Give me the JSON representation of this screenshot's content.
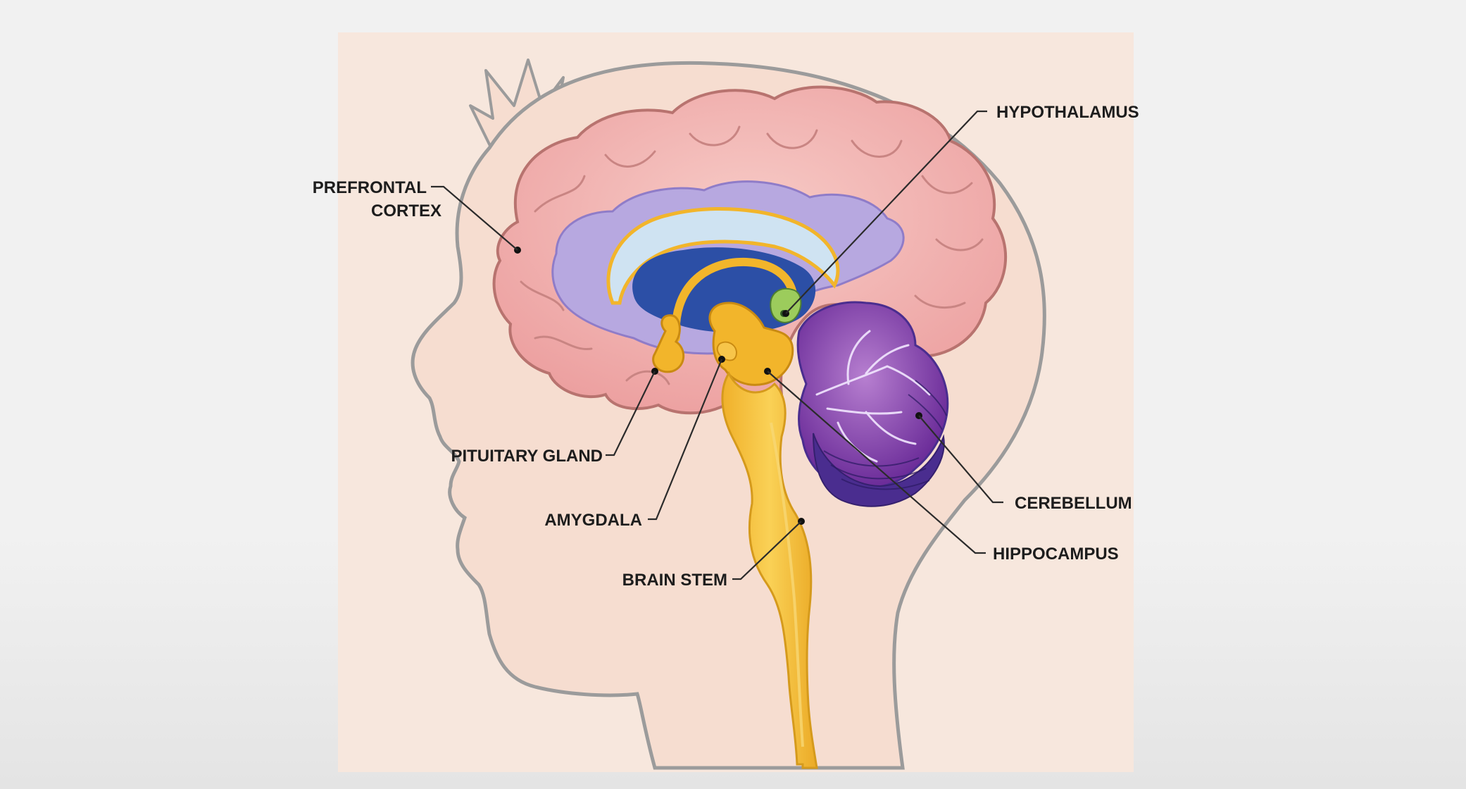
{
  "labels": {
    "prefrontal_line1": "PREFRONTAL",
    "prefrontal_line2": "CORTEX",
    "hypothalamus": "HYPOTHALAMUS",
    "pituitary_gland": "PITUITARY GLAND",
    "amygdala": "AMYGDALA",
    "brain_stem": "BRAIN STEM",
    "cerebellum": "CEREBELLUM",
    "hippocampus": "HIPPOCAMPUS"
  },
  "colors": {
    "background": "#f1f1f1",
    "panel": "#f7e7dd",
    "head_skin": "#f6ddd0",
    "head_outline": "#9b9b9b",
    "cortex": "#f2b9b7",
    "cortex_outline": "#b8736f",
    "inner_lavender": "#b7a8e0",
    "ventricle_blue": "#2c4fa6",
    "corpus_callosum": "#cfe3f2",
    "limbic_yellow": "#f2b52b",
    "brain_stem_yellow": "#f6c43c",
    "hypothalamus_green": "#9ccc5c",
    "cerebellum_purple": "#7a38a8",
    "cerebellum_dark": "#4a2d8f"
  }
}
